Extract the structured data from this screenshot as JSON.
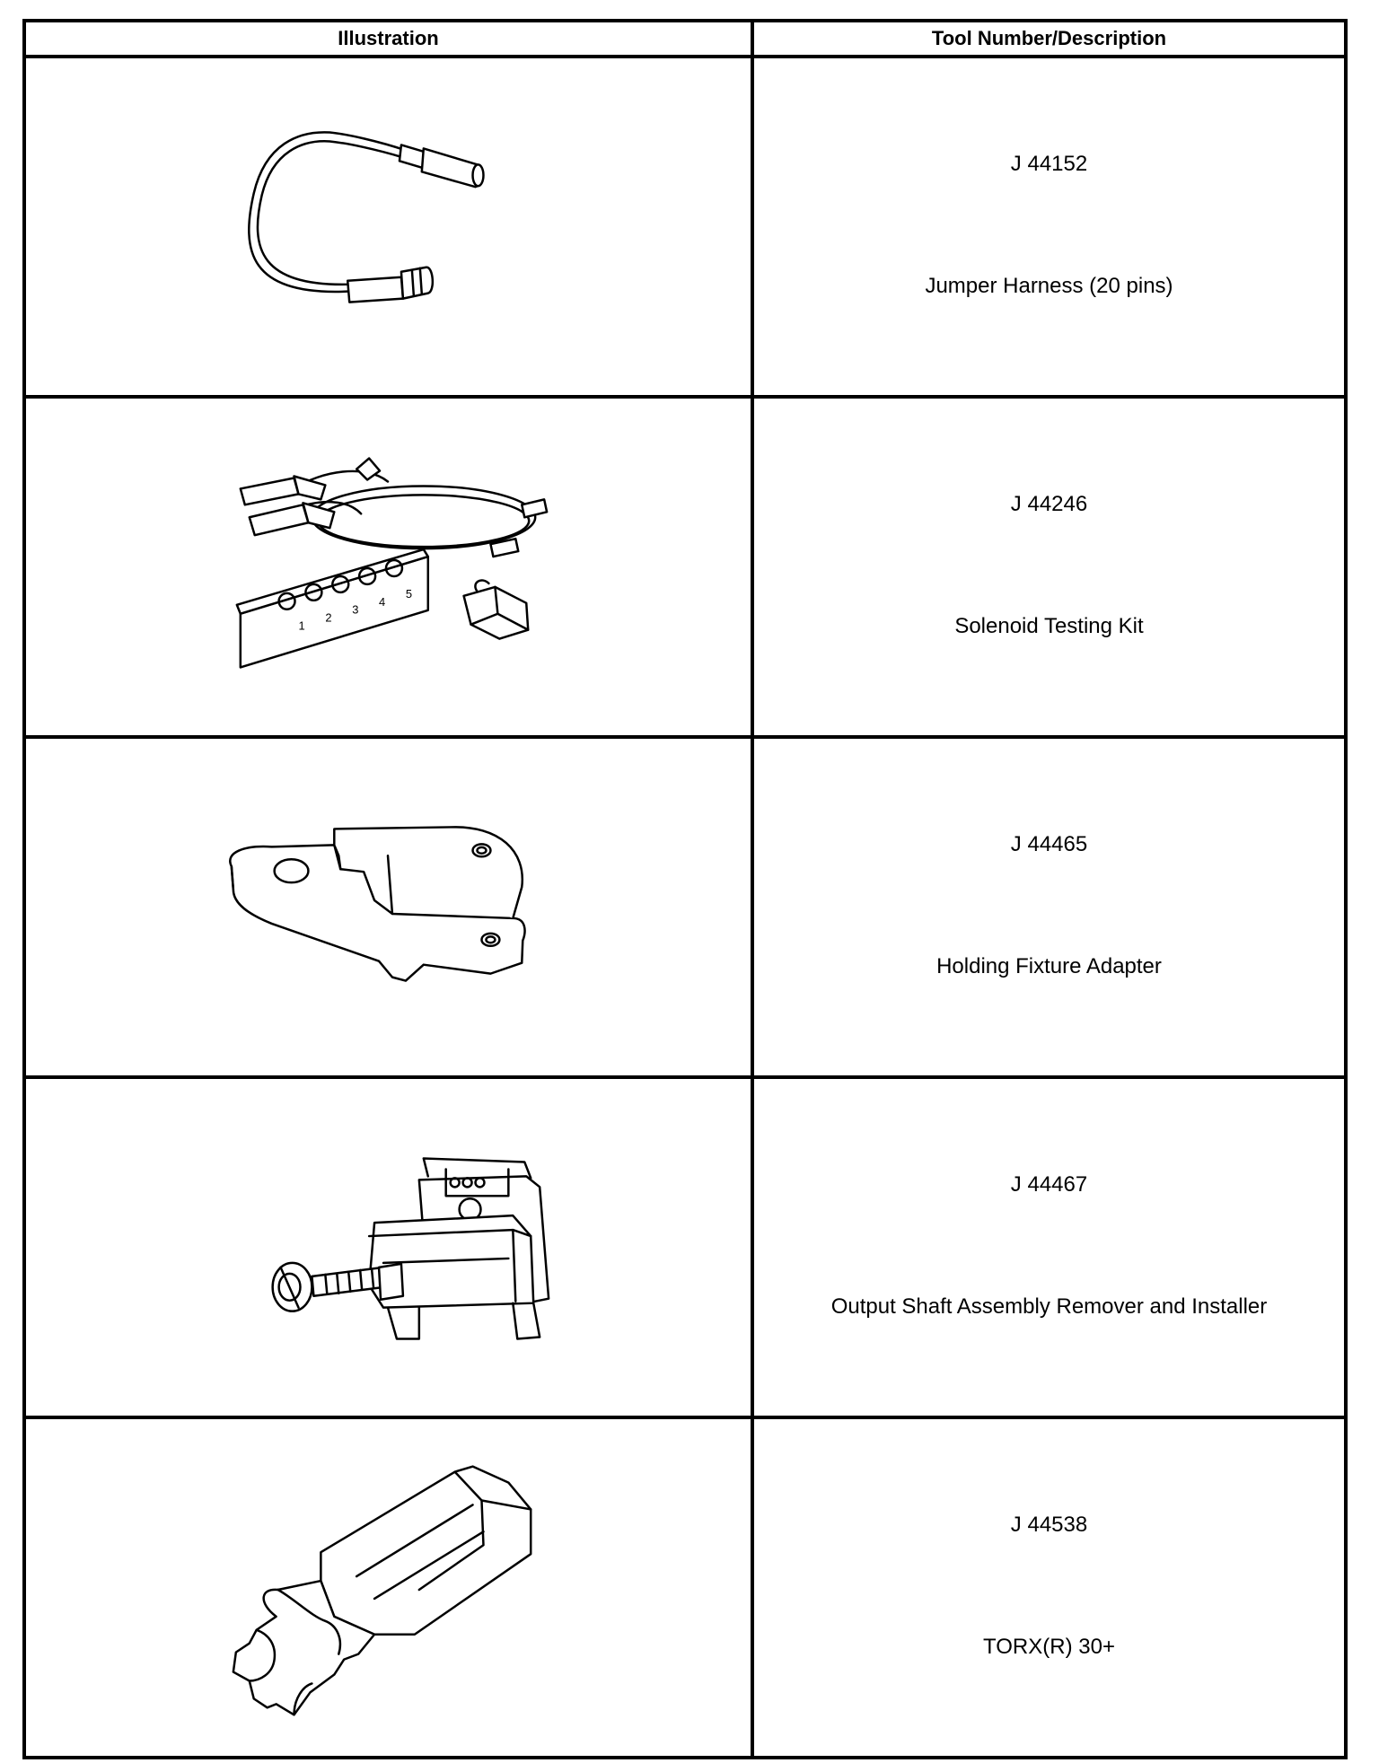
{
  "table": {
    "header_illustration": "Illustration",
    "header_description": "Tool Number/Description"
  },
  "tools": [
    {
      "number": "J 44152",
      "description": "Jumper Harness (20 pins)",
      "icon": "jumper-harness-icon"
    },
    {
      "number": "J 44246",
      "description": "Solenoid Testing Kit",
      "icon": "solenoid-testing-kit-icon"
    },
    {
      "number": "J 44465",
      "description": "Holding Fixture Adapter",
      "icon": "holding-fixture-adapter-icon"
    },
    {
      "number": "J 44467",
      "description": "Output Shaft Assembly Remover and Installer",
      "icon": "output-shaft-remover-icon"
    },
    {
      "number": "J 44538",
      "description": "TORX(R) 30+",
      "icon": "torx-bit-icon"
    }
  ],
  "kit_labels": [
    "1",
    "2",
    "3",
    "4",
    "5"
  ]
}
